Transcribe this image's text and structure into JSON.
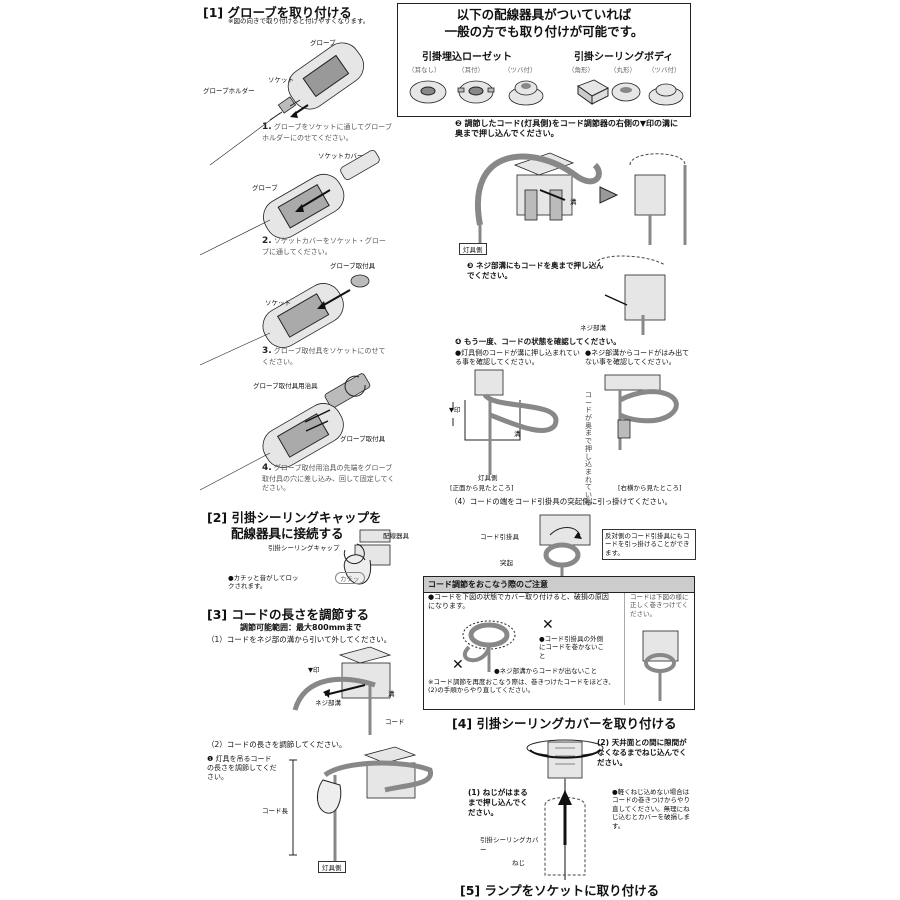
{
  "s1": {
    "title": "[1] グローブを取り付ける",
    "note": "※図の向きで取り付けると付けやすくなります。",
    "labels": {
      "globe": "グローブ",
      "socket": "ソケット",
      "globe_holder": "グローブホルダー",
      "socket_cover": "ソケットカバー",
      "globe2": "グローブ",
      "globe_fitting": "グローブ取付具",
      "socket2": "ソケット",
      "jig": "グローブ取付具用治具",
      "globe_fitting2": "グローブ取付具"
    },
    "steps": [
      {
        "num": "1.",
        "text": "グローブをソケットに通してグローブホルダーにのせてください。"
      },
      {
        "num": "2.",
        "text": "ソケットカバーをソケット・グローブに通してください。"
      },
      {
        "num": "3.",
        "text": "グローブ取付具をソケットにのせてください。"
      },
      {
        "num": "4.",
        "text": "グローブ取付用治具の先端をグローブ取付具の穴に差し込み、回して固定してください。"
      }
    ]
  },
  "info": {
    "line1": "以下の配線器具がついていれば",
    "line2": "一般の方でも取り付けが可能です。",
    "rosette": {
      "title": "引掛埋込ローゼット",
      "types": [
        "（耳なし）",
        "（耳付）",
        "（ツバ付）"
      ]
    },
    "body": {
      "title": "引掛シーリングボディ",
      "types": [
        "（角形）",
        "（丸形）",
        "（ツバ付）"
      ]
    }
  },
  "s2": {
    "title_line1": "[2] 引掛シーリングキャップを",
    "title_line2": "配線器具に接続する",
    "label_device": "配線器具",
    "label_cap": "引掛シーリングキャップ",
    "click": "カチッ",
    "note": "●カチッと音がしてロックされます。"
  },
  "s3": {
    "title": "[3] コードの長さを調節する",
    "range": "調節可能範囲：最大800mmまで",
    "sub1": "（1）コードをネジ部の溝から引いて外してください。",
    "label_mark": "▼印",
    "label_groove": "溝",
    "label_screw": "ネジ部溝",
    "label_cord": "コード",
    "sub2": "（2）コードの長さを調節してください。",
    "step1_num": "❶",
    "step1_text": "灯具を吊るコードの長さを調節してください。",
    "label_length": "コード長",
    "label_fixture": "灯具側"
  },
  "right": {
    "step2": "❷ 調節したコード(灯具側)をコード調節器の右側の▼印の溝に奥まで押し込んでください。",
    "label_groove": "溝",
    "label_fixture": "灯具側",
    "step3": "❸ ネジ部溝にもコードを奥まで押し込んでください。",
    "label_screw": "ネジ部溝",
    "step4": "❹ もう一度、コードの状態を確認してください。",
    "check1": "●灯具側のコードが溝に押し込まれている事を確認してください。",
    "check2": "●ネジ部溝からコードがはみ出てない事を確認してください。",
    "label_mark": "▼印",
    "label_groove2": "溝",
    "label_fixture2": "灯具側",
    "vertical": "コードが奥まで押し込まれている",
    "front": "[正面から見たところ]",
    "side": "[右横から見たところ]",
    "sub4": "（4）コードの端をコード引掛具の突起側に引っ掛けてください。",
    "label_hook": "コード引掛具",
    "label_protrusion": "突起",
    "note_reverse": "反対側のコード引掛具にもコードを引っ掛けることができます。"
  },
  "caution": {
    "title": "コード調節をおこなう際のご注意",
    "text1": "●コードを下図の状態でカバー取り付けると、破損の原因になります。",
    "bad1": "●コード引掛具の外側にコードを巻かないこと",
    "bad2": "●ネジ部溝からコードが出ないこと",
    "text2": "※コード調節を再度おこなう際は、巻きつけたコードをほどき、(2)の手順からやり直してください。",
    "right_note": "コードは下図の様に正しく巻きつけてください。"
  },
  "s4": {
    "title": "[4] 引掛シーリングカバーを取り付ける",
    "step2_num": "(2)",
    "step2_text": "天井面との間に隙間がなくなるまでねじ込んでください。",
    "step1_num": "(1)",
    "step1_text": "ねじがはまるまで押し込んでください。",
    "note": "●軽くねじ込めない場合はコードの巻きつけからやり直してください。無理にねじ込むとカバーを破損します。",
    "label_cover": "引掛シーリングカバー",
    "label_screw": "ねじ"
  },
  "s5": {
    "title": "[5] ランプをソケットに取り付ける"
  }
}
